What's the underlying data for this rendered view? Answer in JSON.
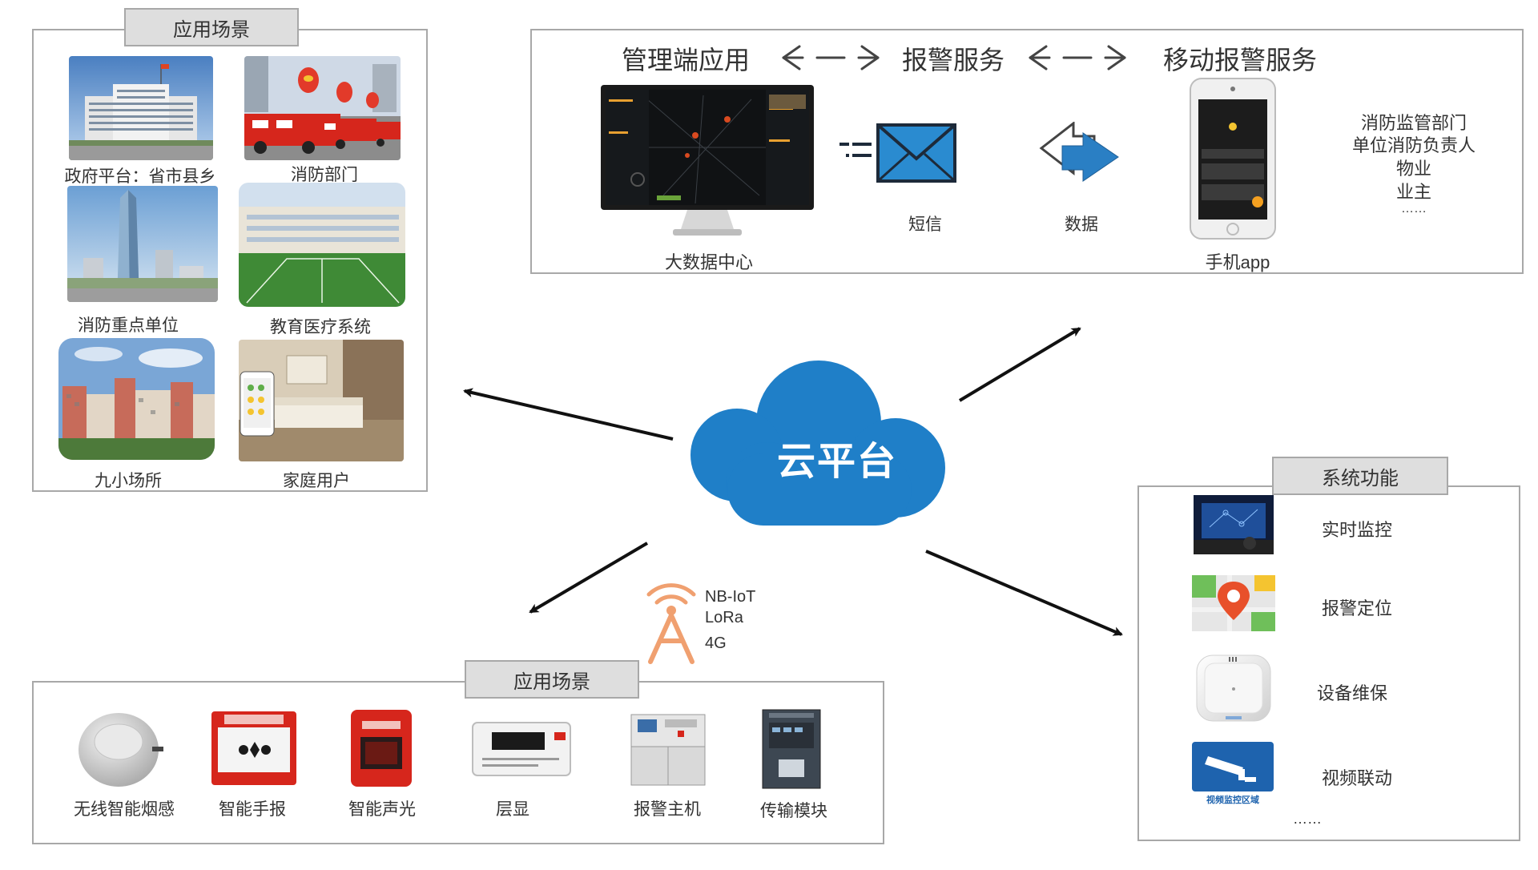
{
  "top_left_panel": {
    "title": "应用场景",
    "scenes": [
      {
        "label": "政府平台：省市县乡",
        "icon": "government-building-photo"
      },
      {
        "label": "消防部门",
        "icon": "fire-trucks-photo"
      },
      {
        "label": "消防重点单位",
        "icon": "skyscraper-photo"
      },
      {
        "label": "教育医疗系统",
        "icon": "school-field-photo"
      },
      {
        "label": "九小场所",
        "icon": "town-buildings-photo"
      },
      {
        "label": "家庭用户",
        "icon": "living-room-photo"
      }
    ]
  },
  "top_right_panel": {
    "headers": [
      "管理端应用",
      "报警服务",
      "移动报警服务"
    ],
    "monitor_label": "大数据中心",
    "sms_label": "短信",
    "data_label": "数据",
    "phone_label": "手机app",
    "recipients": [
      "消防监管部门",
      "单位消防负责人",
      "物业",
      "业主",
      "……"
    ]
  },
  "cloud": {
    "label": "云平台"
  },
  "network": {
    "protocols": [
      "NB-IoT",
      "LoRa",
      "4G"
    ]
  },
  "bottom_panel": {
    "title": "应用场景",
    "devices": [
      {
        "label": "无线智能烟感",
        "icon": "smoke-detector-icon"
      },
      {
        "label": "智能手报",
        "icon": "manual-alarm-icon"
      },
      {
        "label": "智能声光",
        "icon": "sound-light-alarm-icon"
      },
      {
        "label": "层显",
        "icon": "floor-display-icon"
      },
      {
        "label": "报警主机",
        "icon": "alarm-host-icon"
      },
      {
        "label": "传输模块",
        "icon": "transmission-module-icon"
      }
    ]
  },
  "right_panel": {
    "title": "系统功能",
    "functions": [
      {
        "label": "实时监控",
        "icon": "monitoring-screen-icon"
      },
      {
        "label": "报警定位",
        "icon": "map-pin-icon"
      },
      {
        "label": "设备维保",
        "icon": "device-detector-icon"
      },
      {
        "label": "视频联动",
        "icon": "video-camera-icon"
      }
    ],
    "camera_caption": "视频监控区域",
    "more": "……"
  },
  "colors": {
    "cloud": "#1f7fc8",
    "tower": "#f0a070",
    "panel_border": "#a8a8a8",
    "tab_fill": "#dedede"
  }
}
